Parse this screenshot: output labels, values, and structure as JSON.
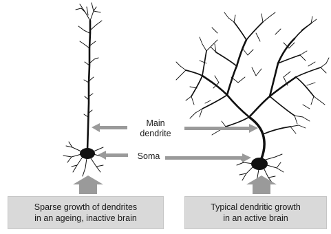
{
  "labels": {
    "main_dendrite": "Main\ndendrite",
    "soma": "Soma"
  },
  "captions": {
    "left": "Sparse growth of dendrites\nin an ageing, inactive brain",
    "right": "Typical dendritic growth\nin an active brain"
  },
  "colors": {
    "neuron": "#111111",
    "arrow": "#9a9a9a",
    "caption_bg": "#d9d9d9"
  }
}
